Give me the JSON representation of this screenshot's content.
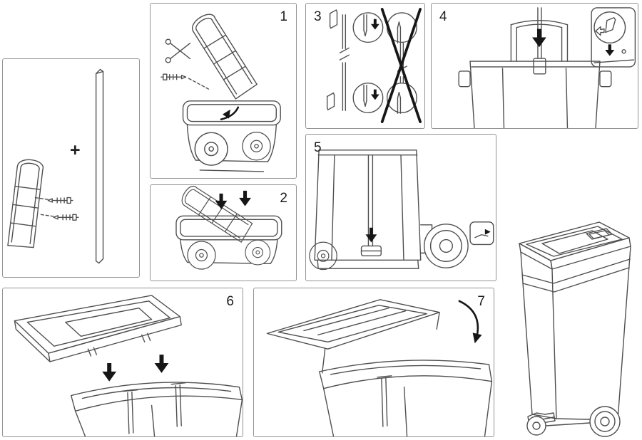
{
  "sheet": {
    "plus_sign": "+",
    "steps": [
      {
        "number": "1"
      },
      {
        "number": "2"
      },
      {
        "number": "3"
      },
      {
        "number": "4"
      },
      {
        "number": "5"
      },
      {
        "number": "6"
      },
      {
        "number": "7"
      }
    ]
  },
  "colors": {
    "background": "#ffffff",
    "line": "#4f4f4f",
    "bold_arrow": "#161616",
    "panel_border": "#939393",
    "step_number": "#1c1c1c"
  }
}
